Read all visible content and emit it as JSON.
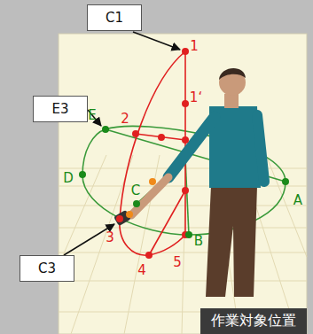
{
  "diagram": {
    "caption": "作業対象位置",
    "nodes": [
      {
        "text": [
          "C1"
        ]
      },
      {
        "text": [
          "E3"
        ]
      },
      {
        "text": [
          "C3"
        ]
      }
    ],
    "labels": [
      "1",
      "1‘",
      "2",
      "3",
      "4",
      "5",
      "A",
      "B",
      "C",
      "D",
      "E"
    ]
  }
}
